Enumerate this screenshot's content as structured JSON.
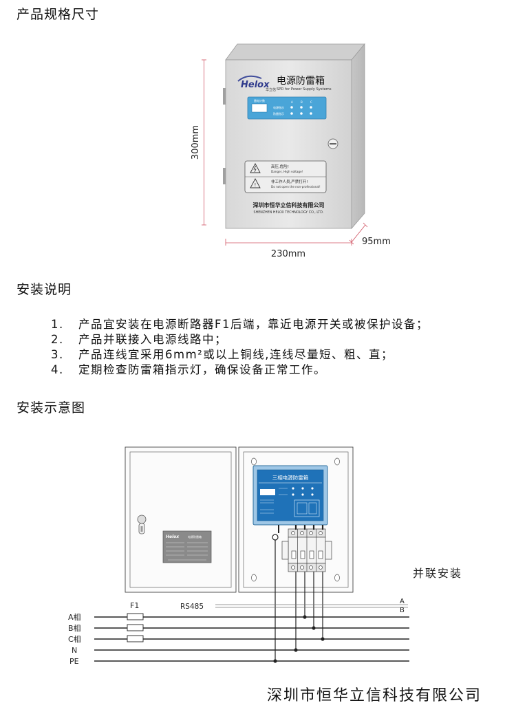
{
  "sections": {
    "spec_title": "产品规格尺寸",
    "install_title": "安装说明",
    "diagram_title": "安装示意图"
  },
  "product": {
    "brand": "Helox",
    "brand_cn": "华立信",
    "title": "电源防雷箱",
    "subtitle": "SPD for Power Supply Systems",
    "panel": {
      "counter_label": "雷电计数",
      "col_a": "A",
      "col_b": "B",
      "col_c": "C",
      "row1_label": "电源指示",
      "row2_label": "防雷指示"
    },
    "warning": {
      "line1_cn": "高压,危险!",
      "line1_en": "Danger, High voltage!",
      "line2_cn": "非工作人员,严禁打开!",
      "line2_en": "Do not open the non-professional!"
    },
    "company_cn": "深圳市恒华立信科技有限公司",
    "company_en": "SHENZHEN HELOX TECHNOLOGY CO., LTD."
  },
  "dimensions": {
    "height": "300mm",
    "width": "230mm",
    "depth": "95mm"
  },
  "instructions": [
    {
      "num": "1.",
      "text": "产品宜安装在电源断路器F1后端，靠近电源开关或被保护设备；"
    },
    {
      "num": "2.",
      "text": "产品并联接入电源线路中；"
    },
    {
      "num": "3.",
      "text": "产品连线宜采用6mm²或以上铜线,连线尽量短、粗、直；"
    },
    {
      "num": "4.",
      "text": "定期检查防雷箱指示灯，确保设备正常工作。"
    }
  ],
  "diagram": {
    "inner_title": "三相电源防雷箱",
    "door_brand": "Helox",
    "door_label": "电源防雷箱",
    "parallel_label": "并联安装",
    "breaker_label": "F1",
    "rs485_label": "RS485",
    "rs485_a": "A",
    "rs485_b": "B",
    "line_labels": [
      "A相",
      "B相",
      "C相",
      "N",
      "PE"
    ]
  },
  "footer_company": "深圳市恒华立信科技有限公司"
}
